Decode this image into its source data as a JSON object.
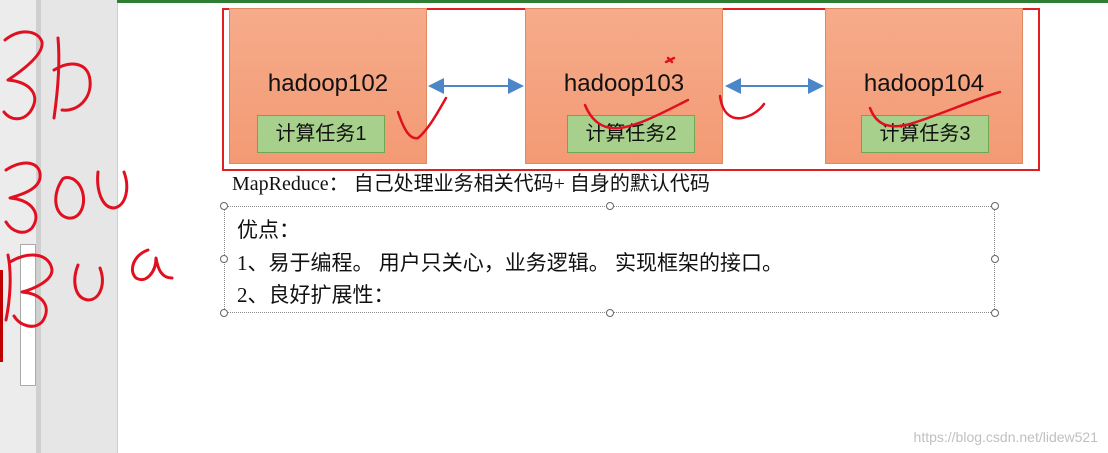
{
  "nodes": [
    {
      "name": "hadoop102",
      "task": "计算任务1"
    },
    {
      "name": "hadoop103",
      "task": "计算任务2"
    },
    {
      "name": "hadoop104",
      "task": "计算任务3"
    }
  ],
  "caption": "MapReduce： 自己处理业务相关代码+ 自身的默认代码",
  "textbox": {
    "lines": [
      "优点：",
      "1、易于编程。  用户只关心，业务逻辑。  实现框架的接口。",
      "2、良好扩展性："
    ]
  },
  "watermark": "https://blog.csdn.net/lidew521",
  "colors": {
    "node_fill": "#f6ab8a",
    "task_fill": "#a7d08c",
    "frame_border": "#e02020",
    "arrow": "#4a86c8",
    "ink": "#e01020"
  }
}
